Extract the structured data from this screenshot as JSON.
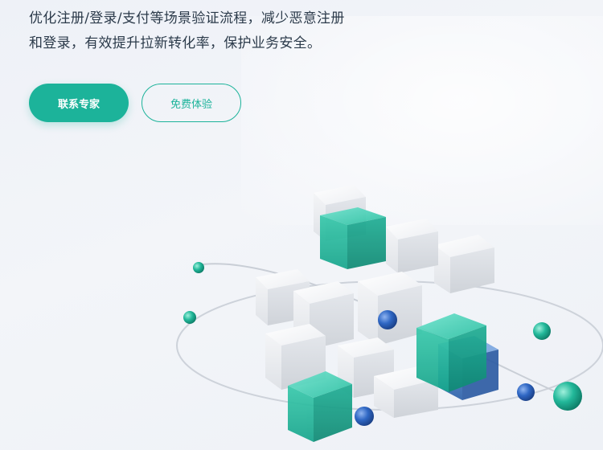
{
  "hero": {
    "description_line1": "优化注册/登录/支付等场景验证流程，减少恶意注册",
    "description_line2": "和登录，有效提升拉新转化率，保护业务安全。"
  },
  "buttons": {
    "contact_label": "联系专家",
    "trial_label": "免费体验"
  },
  "colors": {
    "accent": "#1cb39a",
    "text": "#2b3a4a",
    "background": "#eef1f7"
  },
  "illustration": {
    "icon": "security-cube-illustration-icon"
  }
}
